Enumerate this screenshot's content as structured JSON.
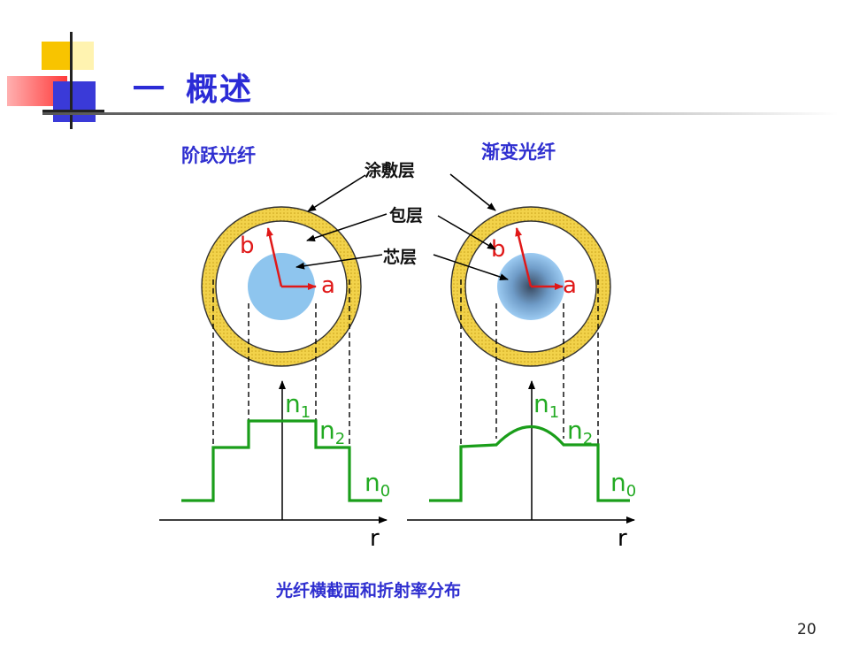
{
  "slide": {
    "title_dash": "一",
    "title": "概述",
    "page_number": "20"
  },
  "labels": {
    "step_fiber": "阶跃光纤",
    "graded_fiber": "渐变光纤",
    "coating": "涂敷层",
    "cladding": "包层",
    "core": "芯层",
    "radius_b": "b",
    "radius_a": "a",
    "n1": "n",
    "n1_sub": "1",
    "n2": "n",
    "n2_sub": "2",
    "n0": "n",
    "n0_sub": "0",
    "axis_r": "r"
  },
  "caption": "光纤横截面和折射率分布",
  "colors": {
    "title_blue": "#2b2bd6",
    "label_blue": "#2f2fd0",
    "coating_yellow": "#f0cd3c",
    "core_blue": "#8ec5ee",
    "radius_red": "#e01818",
    "profile_green": "#1a9e1a",
    "n_label_green": "#22aa22"
  }
}
